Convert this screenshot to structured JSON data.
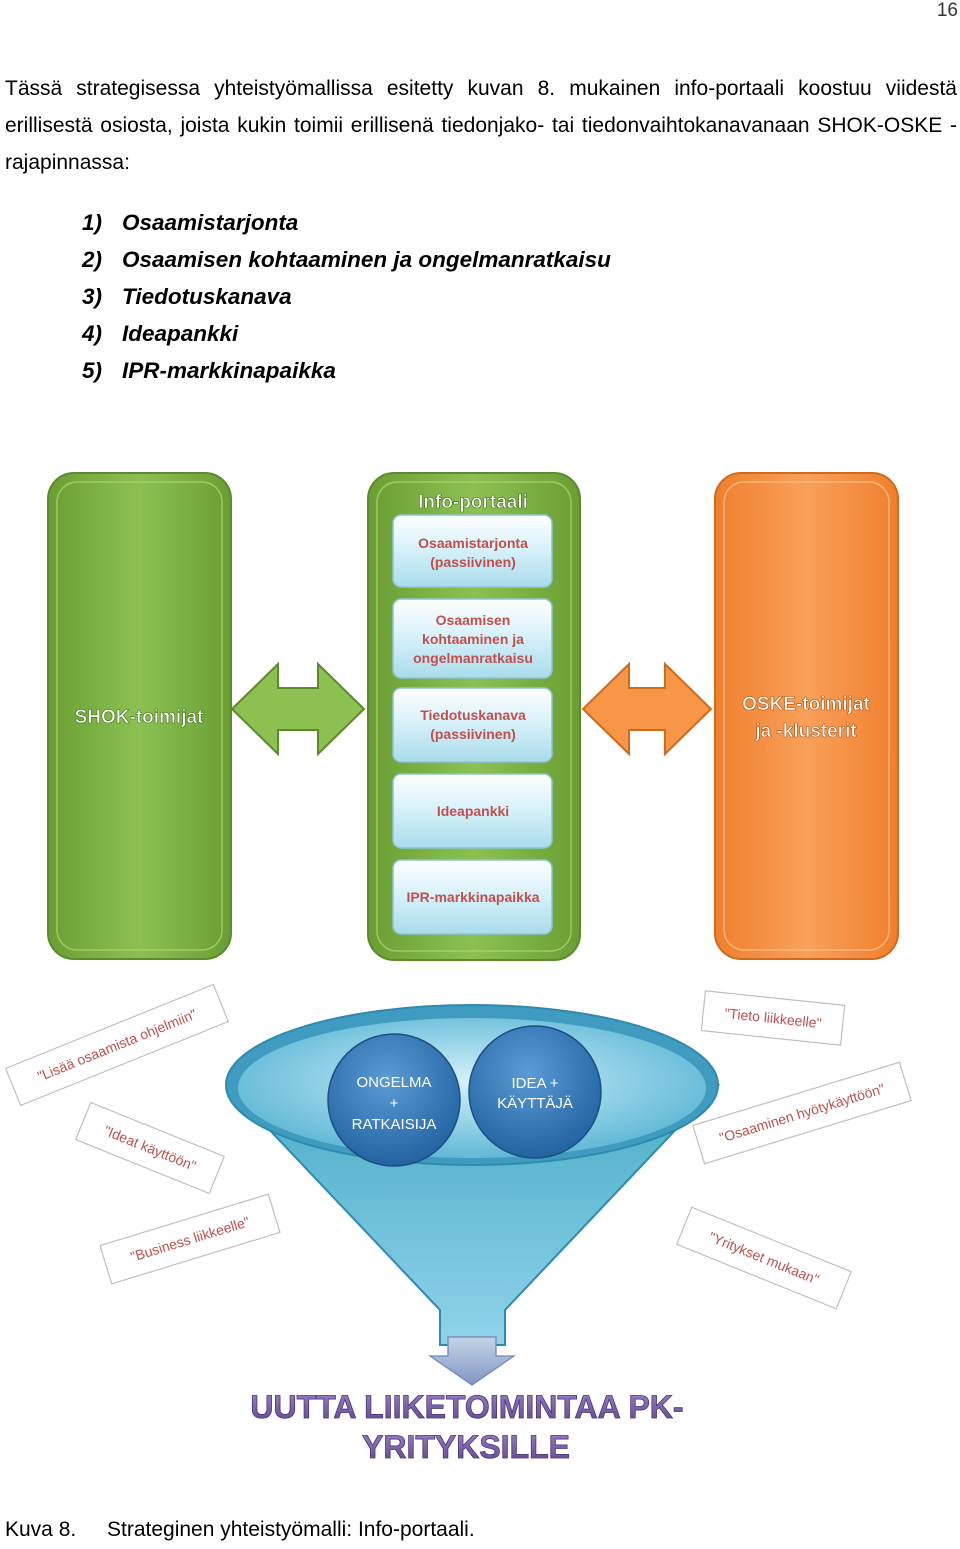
{
  "page_number": "16",
  "paragraph": "Tässä strategisessa yhteistyömallissa esitetty kuvan 8. mukainen info-portaali koostuu viidestä erillisestä osiosta, joista kukin toimii erillisenä tiedonjako- tai tiedonvaihtokanavanaan SHOK-OSKE -rajapinnassa:",
  "list": [
    {
      "num": "1)",
      "text": "Osaamistarjonta"
    },
    {
      "num": "2)",
      "text": "Osaamisen kohtaaminen ja ongelmanratkaisu"
    },
    {
      "num": "3)",
      "text": "Tiedotuskanava"
    },
    {
      "num": "4)",
      "text": "Ideapankki"
    },
    {
      "num": "5)",
      "text": "IPR-markkinapaikka"
    }
  ],
  "diagram": {
    "left_block": "SHOK-toimijat",
    "center_title": "Info-portaali",
    "portal_boxes": [
      {
        "lines": [
          "Osaamistarjonta",
          "(passiivinen)"
        ]
      },
      {
        "lines": [
          "Osaamisen",
          "kohtaaminen ja",
          "ongelmanratkaisu"
        ]
      },
      {
        "lines": [
          "Tiedotuskanava",
          "(passiivinen)"
        ]
      },
      {
        "lines": [
          "Ideapankki"
        ]
      },
      {
        "lines": [
          "IPR-markkinapaikka"
        ]
      }
    ],
    "right_block": {
      "line1": "OSKE-toimijat",
      "line2": "ja -klusterit"
    },
    "funnel_circles": [
      {
        "lines": [
          "ONGELMA",
          "+",
          "RATKAISIJA"
        ]
      },
      {
        "lines": [
          "IDEA +",
          "KÄYTTÄJÄ"
        ]
      }
    ],
    "notes": [
      "\"Lisää osaamista ohjelmiin\"",
      "\"Ideat käyttöön\"",
      "\"Business liikkeelle\"",
      "\"Tieto liikkeelle\"",
      "\"Osaaminen hyötykäyttöön\"",
      "\"Yritykset mukaan\""
    ],
    "result_line1": "UUTTA LIIKETOIMINTAA PK-",
    "result_line2": "YRITYKSILLE",
    "colors": {
      "green": "#7cb342",
      "orange": "#f79646",
      "light_blue": "#c9ecf6",
      "box_text_orange": "#c0504d",
      "funnel_blue": "#4bacc6",
      "circle_blue": "#2e75b6",
      "result_purple": "#7b5ea7"
    }
  },
  "caption": {
    "label": "Kuva 8.",
    "text": "Strateginen yhteistyömalli: Info-portaali."
  }
}
